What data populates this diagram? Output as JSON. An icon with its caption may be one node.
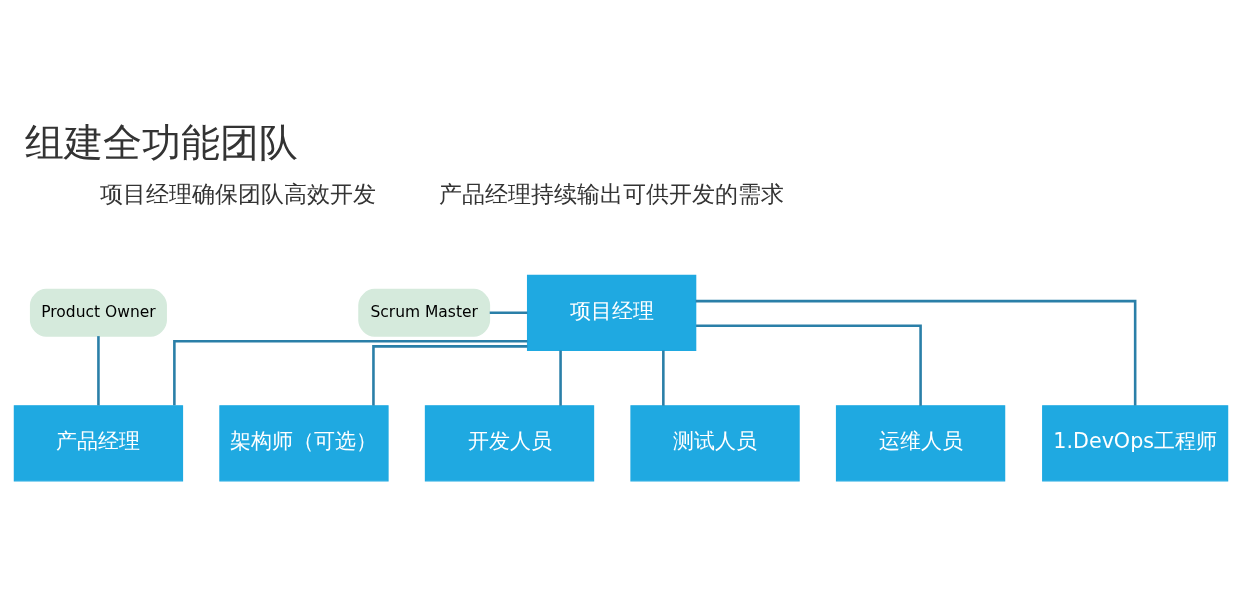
{
  "diagram": {
    "title": "组建全功能团队",
    "nodes": [
      {
        "text": [
          "项目经理"
        ]
      },
      {
        "text": [
          "Scrum Master"
        ]
      },
      {
        "text": [
          "产品经理"
        ]
      },
      {
        "text": [
          "Product Owner"
        ]
      },
      {
        "text": [
          "架构师（可选）"
        ]
      },
      {
        "text": [
          "开发人员"
        ]
      },
      {
        "text": [
          "测试人员"
        ]
      },
      {
        "text": [
          "运维人员"
        ]
      },
      {
        "text": [
          "1.DevOps工程师"
        ]
      }
    ],
    "edges": [
      {
        "from": 1,
        "to": 0,
        "arrow": "none"
      },
      {
        "from": 3,
        "to": 2,
        "arrow": "none"
      },
      {
        "from": 0,
        "to": 2,
        "arrow": "none"
      },
      {
        "from": 0,
        "to": 4,
        "arrow": "none"
      },
      {
        "from": 0,
        "to": 5,
        "arrow": "none"
      },
      {
        "from": 0,
        "to": 6,
        "arrow": "none"
      },
      {
        "from": 0,
        "to": 7,
        "arrow": "none"
      },
      {
        "from": 0,
        "to": 8,
        "arrow": "none"
      }
    ],
    "labels": [
      "项目经理确保团队高效开发",
      "产品经理持续输出可供开发的需求"
    ]
  }
}
